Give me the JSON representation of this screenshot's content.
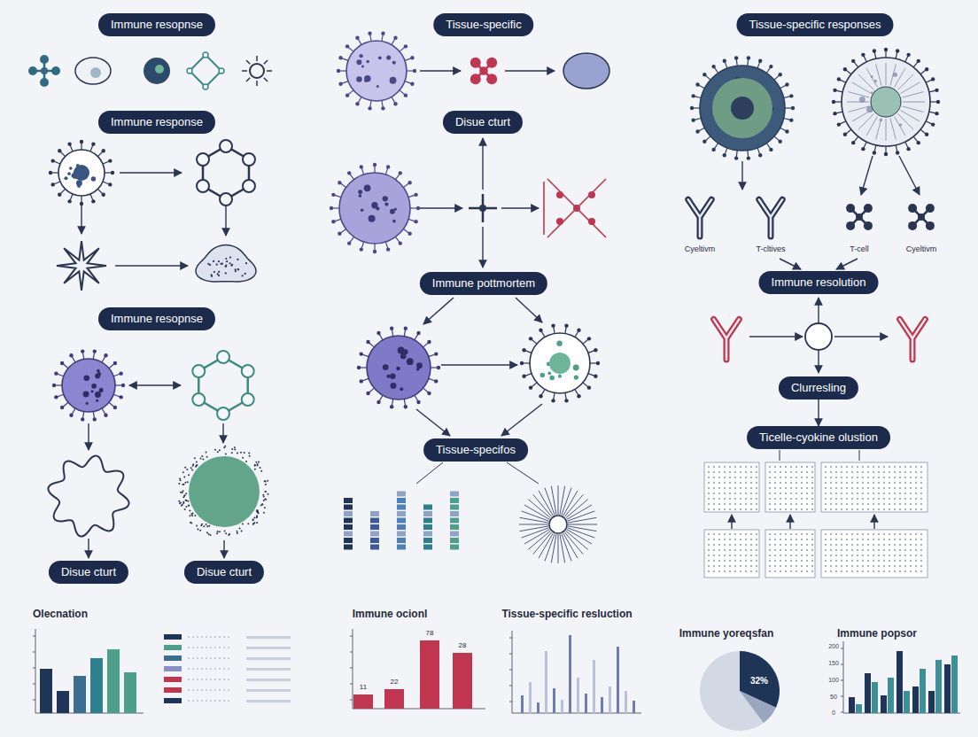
{
  "diagram": {
    "nodes": [
      {
        "text": [
          "Immune resopnse"
        ]
      },
      {
        "text": [
          "Immune response"
        ],
        "in": 0
      },
      {
        "text": [
          "Immune resopnse"
        ],
        "in": 0
      },
      {
        "text": [
          "Disue cturt"
        ],
        "in": 0
      },
      {
        "text": [
          "Disue cturt"
        ],
        "in": 0
      },
      {
        "text": [
          "Tissue-specific"
        ]
      },
      {
        "text": [
          "Disue cturt"
        ],
        "in": 5
      },
      {
        "text": [
          "Immune pottmortem"
        ],
        "in": 5
      },
      {
        "text": [
          "Tissue-specifos"
        ],
        "in": 5
      },
      {
        "text": [
          "Tissue-specific responses"
        ]
      },
      {
        "text": [
          "Immune resolution"
        ],
        "in": 9
      },
      {
        "text": [
          "Clurresling"
        ],
        "in": 9
      },
      {
        "text": [
          "Ticelle-cyokine olustion"
        ],
        "in": 9
      }
    ],
    "edges": [
      {
        "from": 11,
        "to": 12,
        "arrow": "to"
      }
    ],
    "labels": [
      "Cyeltivm",
      "T-cltives",
      "T-cell",
      "Cyeltivm",
      "Olecnation",
      "Immune ocionl",
      "Tissue-specific resluction",
      "Immune yoreqsfan",
      "Immune popsor",
      "11",
      "22",
      "78",
      "28",
      "32%",
      "200",
      "150",
      "100",
      "50",
      "0"
    ]
  }
}
